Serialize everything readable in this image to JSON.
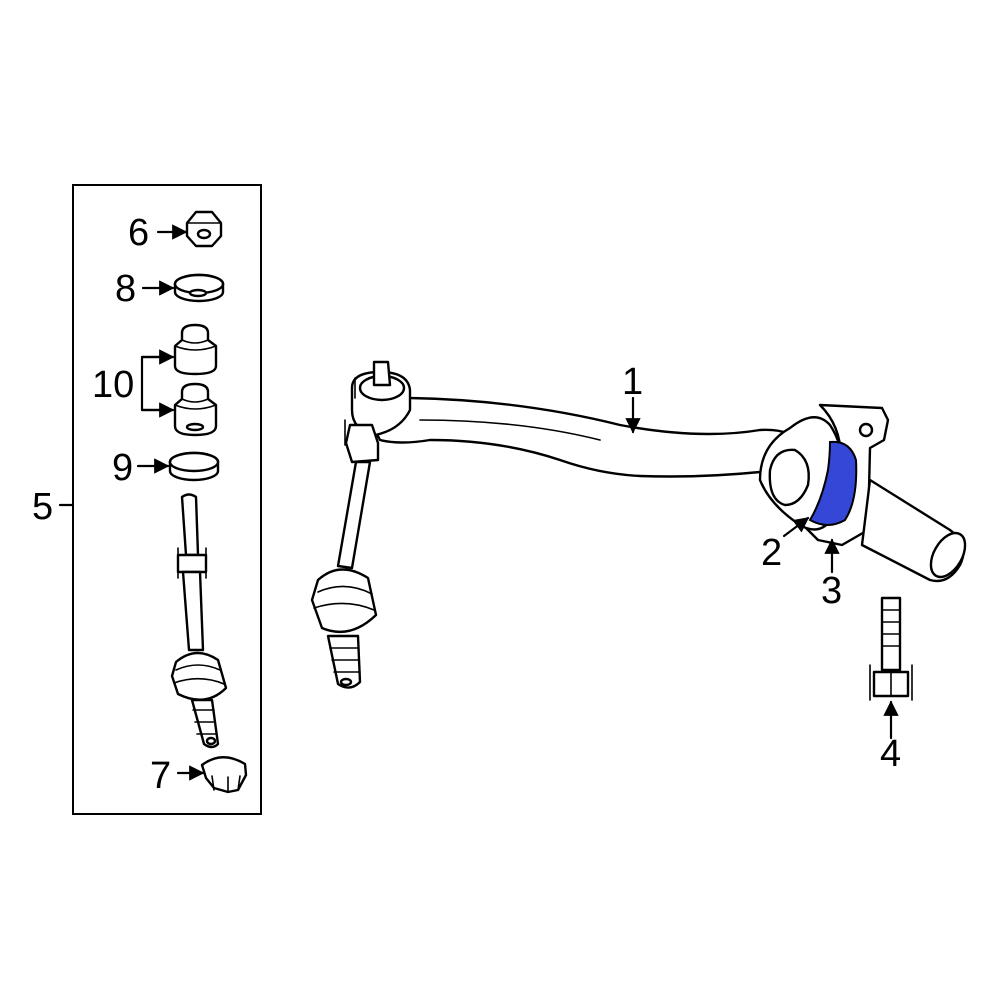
{
  "diagram": {
    "highlight_color": "#3547d6",
    "line_color": "#000000",
    "background": "#ffffff",
    "callouts": {
      "c1": "1",
      "c2": "2",
      "c3": "3",
      "c4": "4",
      "c5": "5",
      "c6": "6",
      "c7": "7",
      "c8": "8",
      "c9": "9",
      "c10": "10"
    }
  }
}
